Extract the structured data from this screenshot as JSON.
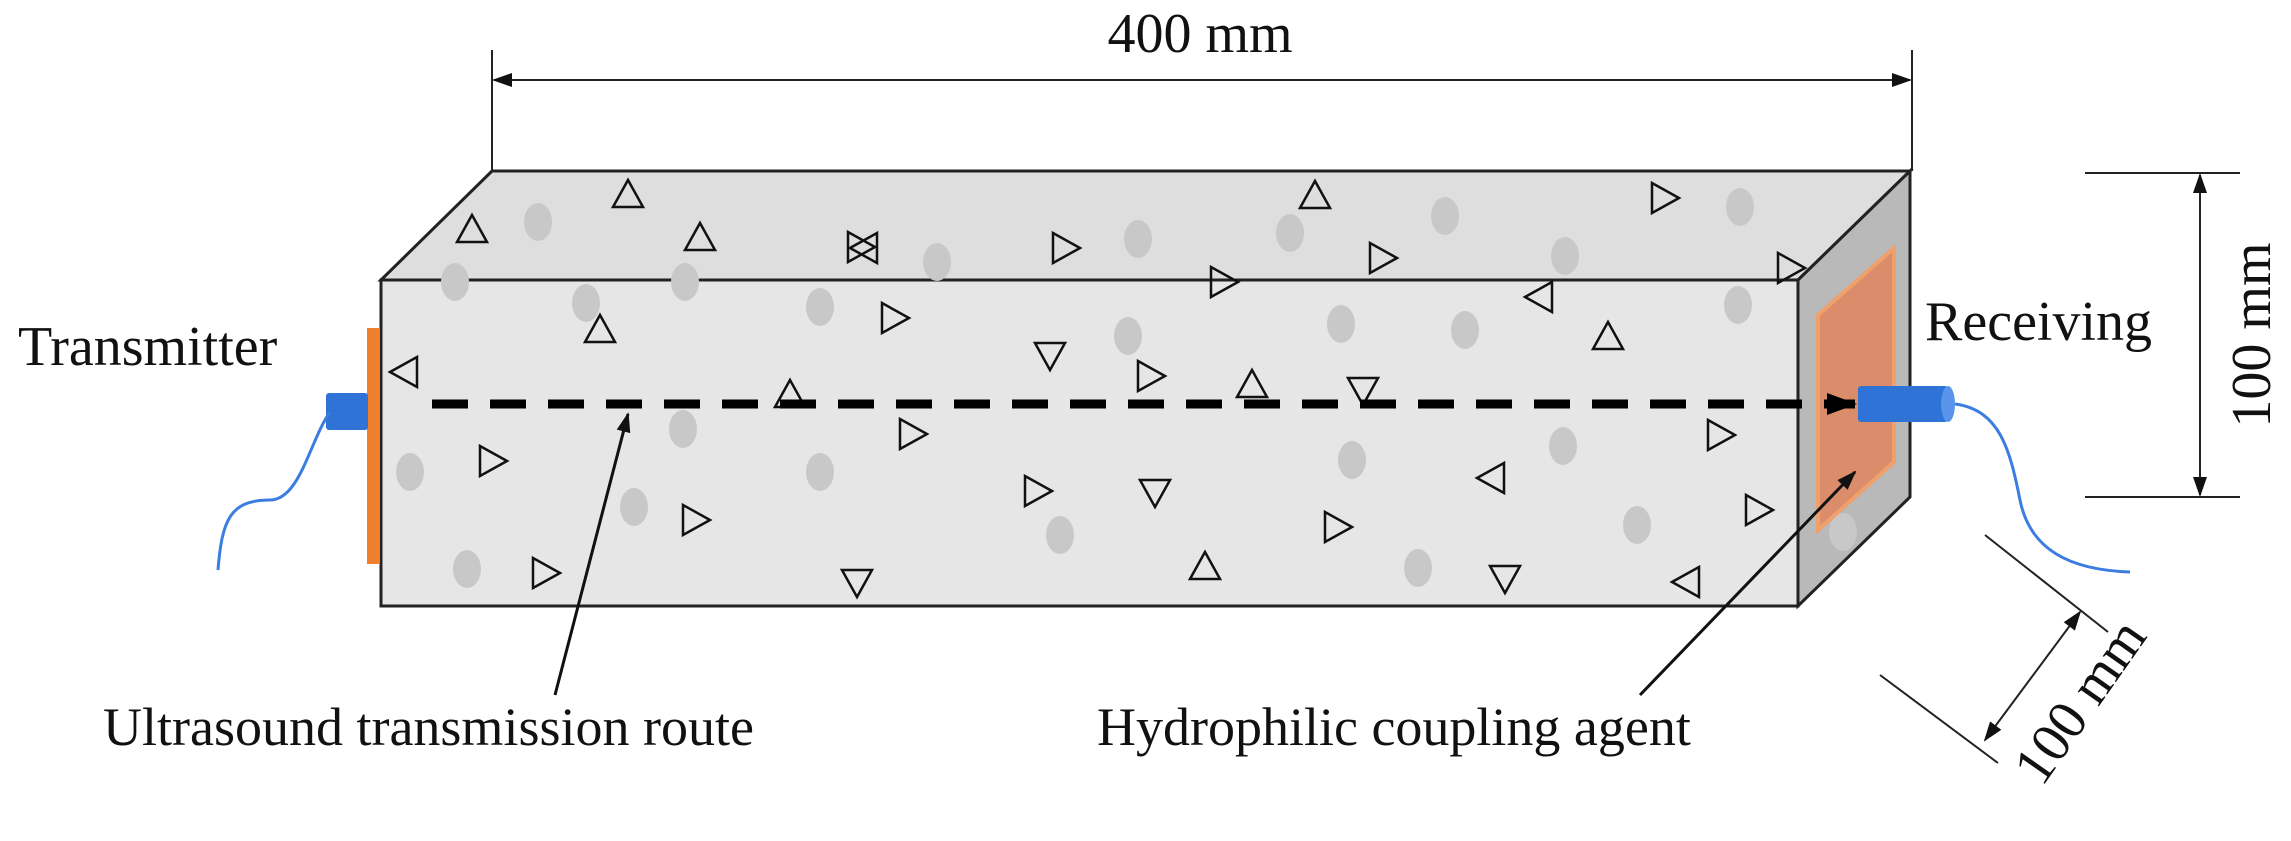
{
  "labels": {
    "length": "400 mm",
    "height": "100 mm",
    "depth": "100 mm",
    "transmitter": "Transmitter",
    "receiving": "Receiving",
    "route": "Ultrasound transmission route",
    "coupling": "Hydrophilic coupling agent"
  },
  "colors": {
    "front_face": "#e6e6e6",
    "top_face": "#dedede",
    "side_face": "#b9b9b9",
    "aggregate_dots": "#c8c8c8",
    "transmitter_plate": "#f07f2c",
    "coupling_agent": "#dc8a66",
    "probe": "#2f73d6",
    "cable": "#3b7de0",
    "route_line": "#000000"
  },
  "icons": [
    "transmitter-probe-icon",
    "receiver-probe-icon",
    "aggregate-triangle-icon",
    "aggregate-dot-icon"
  ]
}
